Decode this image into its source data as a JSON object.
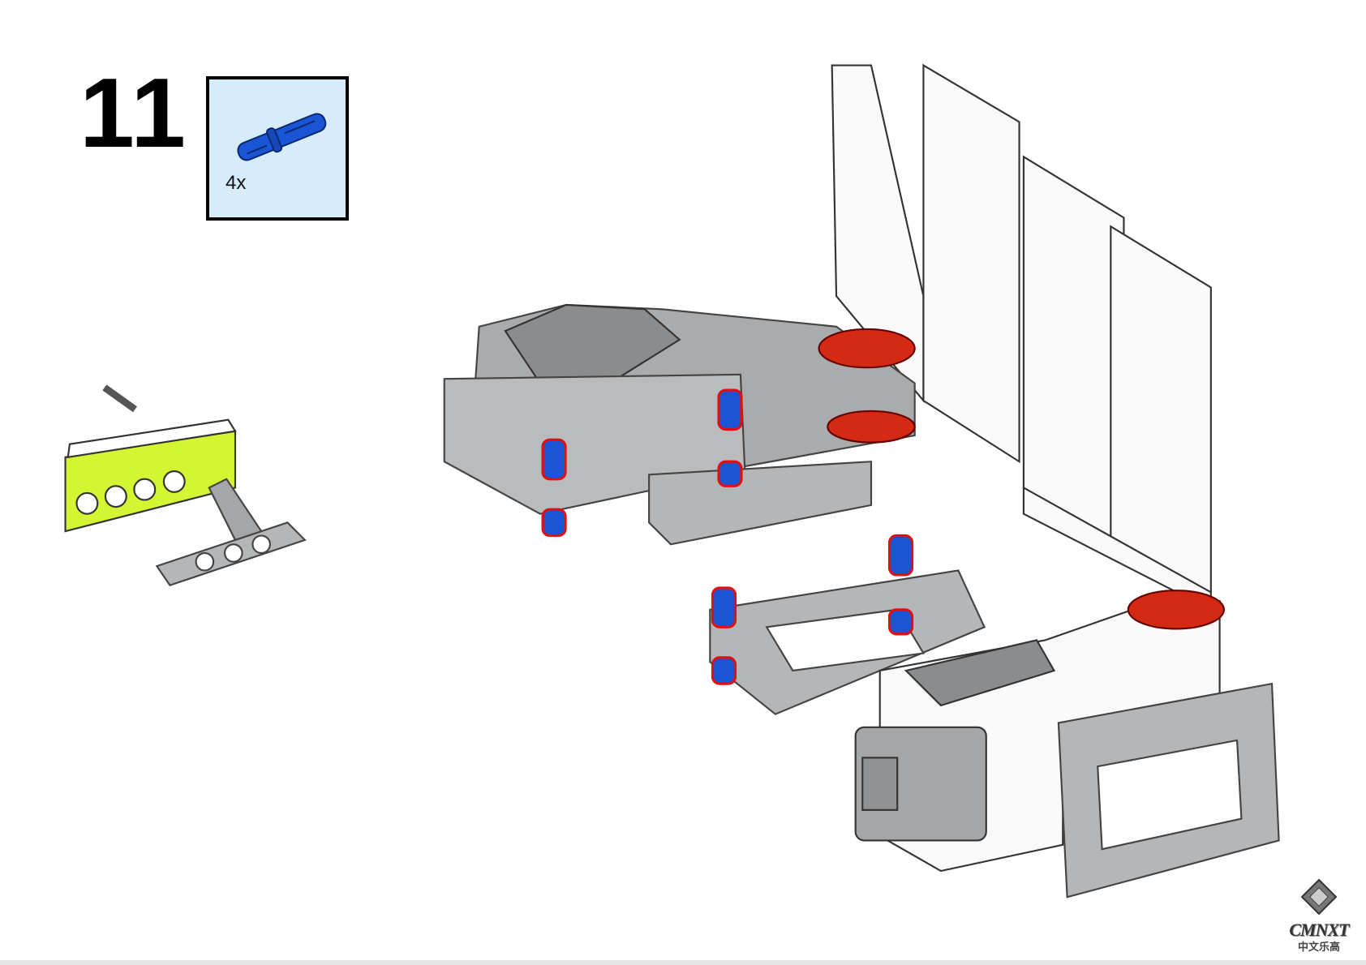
{
  "step": {
    "number": "11"
  },
  "parts_callout": {
    "items": [
      {
        "part": "blue-long-pin-with-friction",
        "quantity": "4x",
        "color": "#1a55d6"
      }
    ]
  },
  "logo": {
    "name": "CMNXT",
    "subtitle": "中文乐高"
  },
  "colors": {
    "callout_bg": "#d6ecfb",
    "pin_blue": "#1a55d6",
    "highlight_red": "#e01010",
    "beam_gray": "#a4a6a8",
    "lime": "#d4f531",
    "motor_red": "#d42a14"
  }
}
